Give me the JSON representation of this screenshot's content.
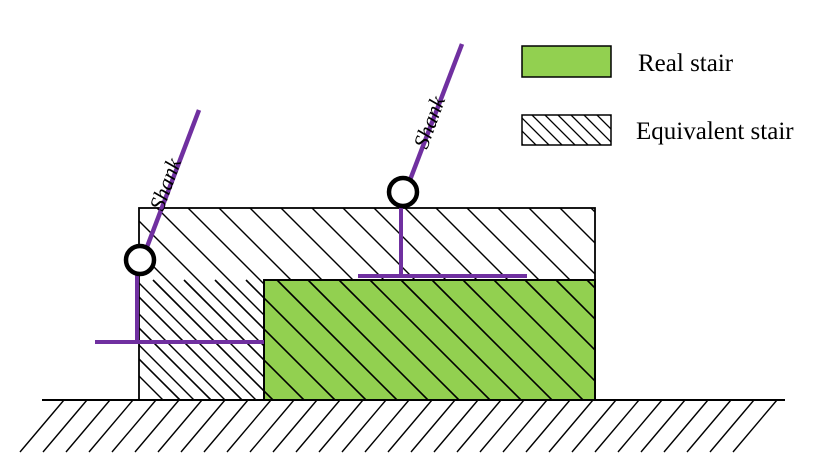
{
  "legend": {
    "real_stair_label": "Real stair",
    "equivalent_stair_label": "Equivalent stair"
  },
  "shank_labels": {
    "left": "Shank",
    "right": "Shank"
  },
  "colors": {
    "real_stair_fill": "#92d050",
    "leg_stroke": "#7030a0",
    "outline": "#000000",
    "background": "#ffffff"
  }
}
